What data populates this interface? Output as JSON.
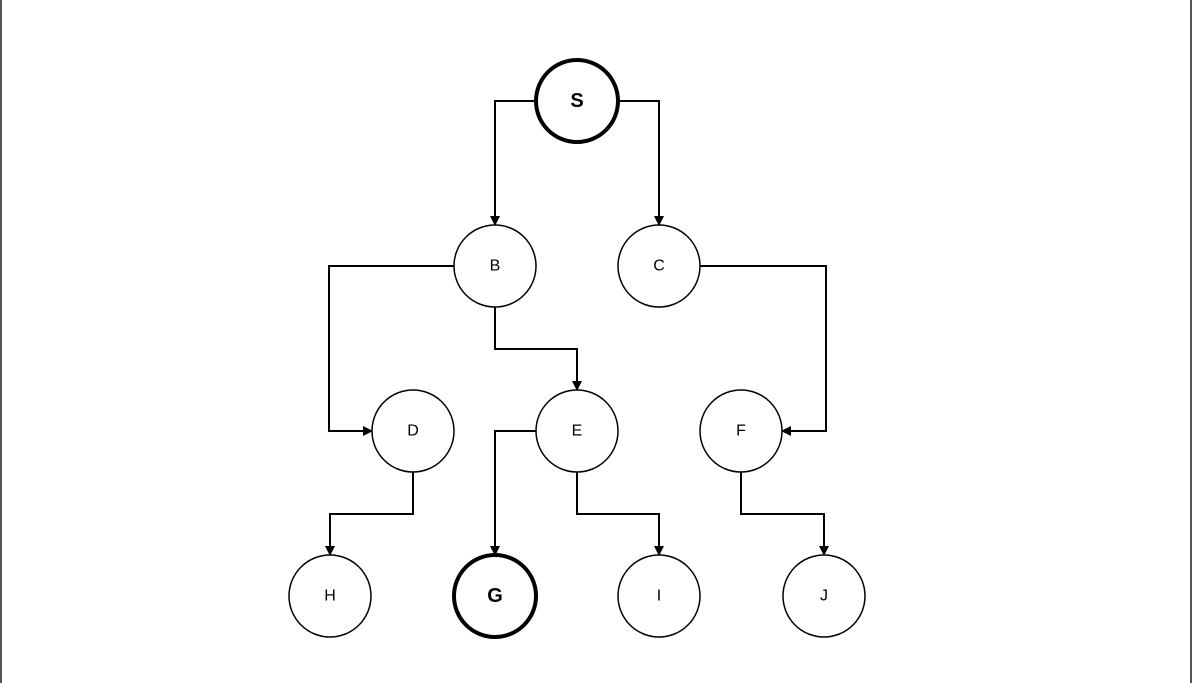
{
  "diagram": {
    "nodes": [
      {
        "id": "S",
        "label": "S",
        "emphasized": true
      },
      {
        "id": "B",
        "label": "B",
        "emphasized": false
      },
      {
        "id": "C",
        "label": "C",
        "emphasized": false
      },
      {
        "id": "D",
        "label": "D",
        "emphasized": false
      },
      {
        "id": "E",
        "label": "E",
        "emphasized": false
      },
      {
        "id": "F",
        "label": "F",
        "emphasized": false
      },
      {
        "id": "H",
        "label": "H",
        "emphasized": false
      },
      {
        "id": "G",
        "label": "G",
        "emphasized": true
      },
      {
        "id": "I",
        "label": "I",
        "emphasized": false
      },
      {
        "id": "J",
        "label": "J",
        "emphasized": false
      }
    ],
    "edges": [
      {
        "from": "S",
        "to": "B"
      },
      {
        "from": "S",
        "to": "C"
      },
      {
        "from": "B",
        "to": "D"
      },
      {
        "from": "B",
        "to": "E"
      },
      {
        "from": "C",
        "to": "F"
      },
      {
        "from": "D",
        "to": "H"
      },
      {
        "from": "E",
        "to": "G"
      },
      {
        "from": "E",
        "to": "I"
      },
      {
        "from": "F",
        "to": "J"
      }
    ]
  }
}
